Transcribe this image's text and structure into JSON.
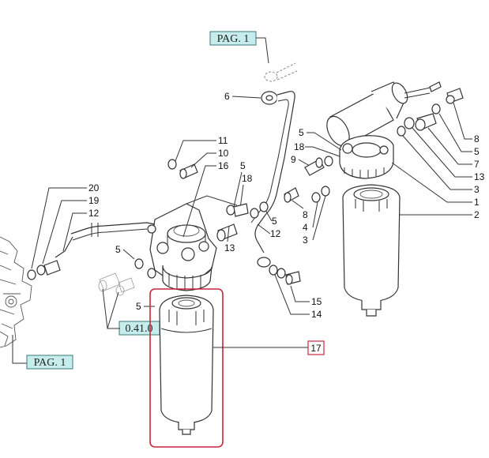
{
  "refs": {
    "pag1_top": "PAG. 1",
    "pag1_bottom": "PAG. 1",
    "ref_0410": "0.41.0"
  },
  "highlight": {
    "label": "17",
    "color": "#c8283c"
  },
  "colors": {
    "ref_box_fill": "#c6ecec",
    "ref_box_stroke": "#3a7a7a"
  },
  "callouts": {
    "c6": "6",
    "c5a": "5",
    "c18a": "18",
    "c9": "9",
    "c8a": "8",
    "c5b": "5",
    "c7": "7",
    "c13a": "13",
    "c3a": "3",
    "c1": "1",
    "c2": "2",
    "c11": "11",
    "c10": "10",
    "c16": "16",
    "c5c": "5",
    "c18b": "18",
    "c5d": "5",
    "c12a": "12",
    "c13b": "13",
    "c8b": "8",
    "c4": "4",
    "c3b": "3",
    "c20": "20",
    "c19": "19",
    "c12b": "12",
    "c5e": "5",
    "c5f": "5",
    "c15": "15",
    "c14": "14"
  }
}
